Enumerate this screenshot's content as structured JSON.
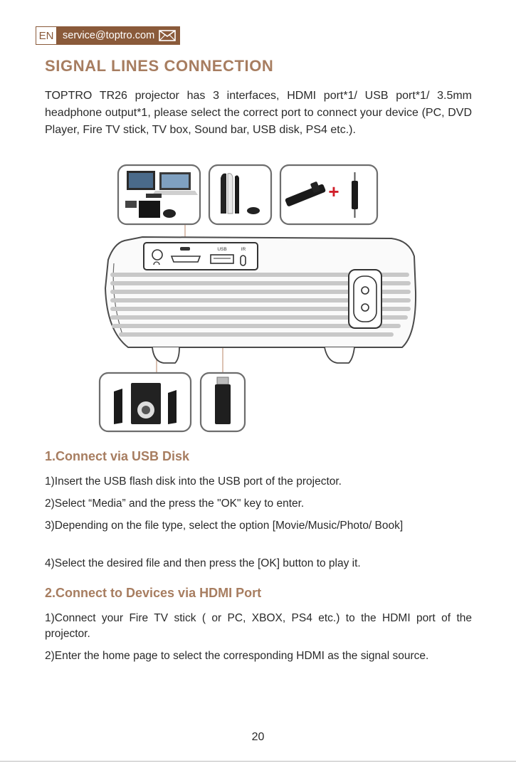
{
  "header": {
    "lang": "EN",
    "email": "service@toptro.com",
    "email_icon": "envelope-icon"
  },
  "title": "SIGNAL LINES CONNECTION",
  "intro": "TOPTRO TR26 projector has 3 interfaces, HDMI port*1/ USB port*1/ 3.5mm headphone output*1, please select the correct port to connect your device (PC, DVD Player, Fire TV stick, TV box, Sound bar, USB disk, PS4 etc.).",
  "diagram": {
    "port_labels": {
      "usb": "USB",
      "ir": "IR"
    },
    "plus": "+"
  },
  "sections": [
    {
      "heading": "1.Connect via USB Disk",
      "steps": [
        "1)Insert the USB flash disk into the USB port of the projector.",
        "2)Select “Media” and the press the \"OK\" key to enter.",
        "3)Depending on the file type, select the option [Movie/Music/Photo/ Book]",
        "4)Select the desired file and then press the [OK] button to play it."
      ]
    },
    {
      "heading": "2.Connect to Devices via HDMI Port",
      "steps": [
        "1)Connect your Fire TV stick ( or PC, XBOX, PS4 etc.) to the HDMI port of the projector.",
        "2)Enter the home page to select the corresponding HDMI as the signal source."
      ]
    }
  ],
  "page_number": "20",
  "colors": {
    "accent": "#a77d60",
    "header_bg": "#8a5a3a",
    "plus": "#d11f2a"
  }
}
